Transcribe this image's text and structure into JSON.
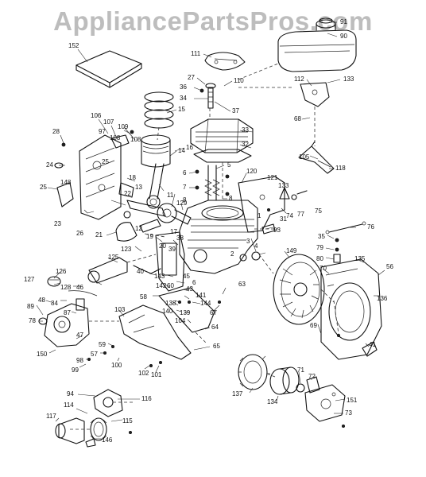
{
  "watermark": "AppliancePartsPros.com",
  "labels": [
    {
      "id": "91",
      "t": "91"
    },
    {
      "id": "90",
      "t": "90"
    },
    {
      "id": "152",
      "t": "152"
    },
    {
      "id": "111",
      "t": "111"
    },
    {
      "id": "27",
      "t": "27"
    },
    {
      "id": "36",
      "t": "36"
    },
    {
      "id": "34",
      "t": "34"
    },
    {
      "id": "110",
      "t": "110"
    },
    {
      "id": "112",
      "t": "112"
    },
    {
      "id": "133a",
      "t": "133"
    },
    {
      "id": "15",
      "t": "15"
    },
    {
      "id": "37",
      "t": "37"
    },
    {
      "id": "68",
      "t": "68"
    },
    {
      "id": "33",
      "t": "33"
    },
    {
      "id": "32",
      "t": "32"
    },
    {
      "id": "106",
      "t": "106"
    },
    {
      "id": "107",
      "t": "107"
    },
    {
      "id": "109",
      "t": "109"
    },
    {
      "id": "28",
      "t": "28"
    },
    {
      "id": "97",
      "t": "97"
    },
    {
      "id": "108a",
      "t": "108"
    },
    {
      "id": "108b",
      "t": "108"
    },
    {
      "id": "14",
      "t": "14"
    },
    {
      "id": "16",
      "t": "16"
    },
    {
      "id": "105",
      "t": "105"
    },
    {
      "id": "118",
      "t": "118"
    },
    {
      "id": "24",
      "t": "24"
    },
    {
      "id": "25a",
      "t": "25"
    },
    {
      "id": "18",
      "t": "18"
    },
    {
      "id": "5",
      "t": "5"
    },
    {
      "id": "6a",
      "t": "6"
    },
    {
      "id": "7",
      "t": "7"
    },
    {
      "id": "120",
      "t": "120"
    },
    {
      "id": "121",
      "t": "121"
    },
    {
      "id": "133b",
      "t": "133"
    },
    {
      "id": "8a",
      "t": "8"
    },
    {
      "id": "8b",
      "t": "8"
    },
    {
      "id": "25b",
      "t": "25"
    },
    {
      "id": "148",
      "t": "148"
    },
    {
      "id": "13",
      "t": "13"
    },
    {
      "id": "22",
      "t": "22"
    },
    {
      "id": "11",
      "t": "11"
    },
    {
      "id": "129",
      "t": "129"
    },
    {
      "id": "23",
      "t": "23"
    },
    {
      "id": "26",
      "t": "26"
    },
    {
      "id": "74",
      "t": "74"
    },
    {
      "id": "77",
      "t": "77"
    },
    {
      "id": "75",
      "t": "75"
    },
    {
      "id": "12",
      "t": "12"
    },
    {
      "id": "17",
      "t": "17"
    },
    {
      "id": "1",
      "t": "1"
    },
    {
      "id": "93",
      "t": "93"
    },
    {
      "id": "21",
      "t": "21"
    },
    {
      "id": "19",
      "t": "19"
    },
    {
      "id": "38",
      "t": "38"
    },
    {
      "id": "31",
      "t": "31"
    },
    {
      "id": "76",
      "t": "76"
    },
    {
      "id": "35",
      "t": "35"
    },
    {
      "id": "20",
      "t": "20"
    },
    {
      "id": "39",
      "t": "39"
    },
    {
      "id": "3",
      "t": "3"
    },
    {
      "id": "4",
      "t": "4"
    },
    {
      "id": "79",
      "t": "79"
    },
    {
      "id": "80",
      "t": "80"
    },
    {
      "id": "123",
      "t": "123"
    },
    {
      "id": "125",
      "t": "125"
    },
    {
      "id": "2",
      "t": "2"
    },
    {
      "id": "149",
      "t": "149"
    },
    {
      "id": "135",
      "t": "135"
    },
    {
      "id": "56",
      "t": "56"
    },
    {
      "id": "126",
      "t": "126"
    },
    {
      "id": "40",
      "t": "40"
    },
    {
      "id": "143",
      "t": "143"
    },
    {
      "id": "70",
      "t": "70"
    },
    {
      "id": "127",
      "t": "127"
    },
    {
      "id": "46",
      "t": "46"
    },
    {
      "id": "60",
      "t": "60"
    },
    {
      "id": "45",
      "t": "45"
    },
    {
      "id": "6b",
      "t": "6"
    },
    {
      "id": "48",
      "t": "48"
    },
    {
      "id": "128",
      "t": "128"
    },
    {
      "id": "142",
      "t": "142"
    },
    {
      "id": "43",
      "t": "43"
    },
    {
      "id": "63",
      "t": "63"
    },
    {
      "id": "136",
      "t": "136"
    },
    {
      "id": "84",
      "t": "84"
    },
    {
      "id": "58",
      "t": "58"
    },
    {
      "id": "141",
      "t": "141"
    },
    {
      "id": "89",
      "t": "89"
    },
    {
      "id": "138",
      "t": "138"
    },
    {
      "id": "144",
      "t": "144"
    },
    {
      "id": "140",
      "t": "140"
    },
    {
      "id": "139",
      "t": "139"
    },
    {
      "id": "67",
      "t": "67"
    },
    {
      "id": "103",
      "t": "103"
    },
    {
      "id": "87",
      "t": "87"
    },
    {
      "id": "78",
      "t": "78"
    },
    {
      "id": "104",
      "t": "104"
    },
    {
      "id": "64",
      "t": "64"
    },
    {
      "id": "69",
      "t": "69"
    },
    {
      "id": "47",
      "t": "47"
    },
    {
      "id": "59",
      "t": "59"
    },
    {
      "id": "41",
      "t": "41"
    },
    {
      "id": "57",
      "t": "57"
    },
    {
      "id": "150",
      "t": "150"
    },
    {
      "id": "65",
      "t": "65"
    },
    {
      "id": "98",
      "t": "98"
    },
    {
      "id": "100",
      "t": "100"
    },
    {
      "id": "99",
      "t": "99"
    },
    {
      "id": "102",
      "t": "102"
    },
    {
      "id": "101",
      "t": "101"
    },
    {
      "id": "71",
      "t": "71"
    },
    {
      "id": "72",
      "t": "72"
    },
    {
      "id": "137",
      "t": "137"
    },
    {
      "id": "134",
      "t": "134"
    },
    {
      "id": "151",
      "t": "151"
    },
    {
      "id": "94",
      "t": "94"
    },
    {
      "id": "116",
      "t": "116"
    },
    {
      "id": "114",
      "t": "114"
    },
    {
      "id": "115",
      "t": "115"
    },
    {
      "id": "117",
      "t": "117"
    },
    {
      "id": "73",
      "t": "73"
    },
    {
      "id": "146",
      "t": "146"
    }
  ]
}
